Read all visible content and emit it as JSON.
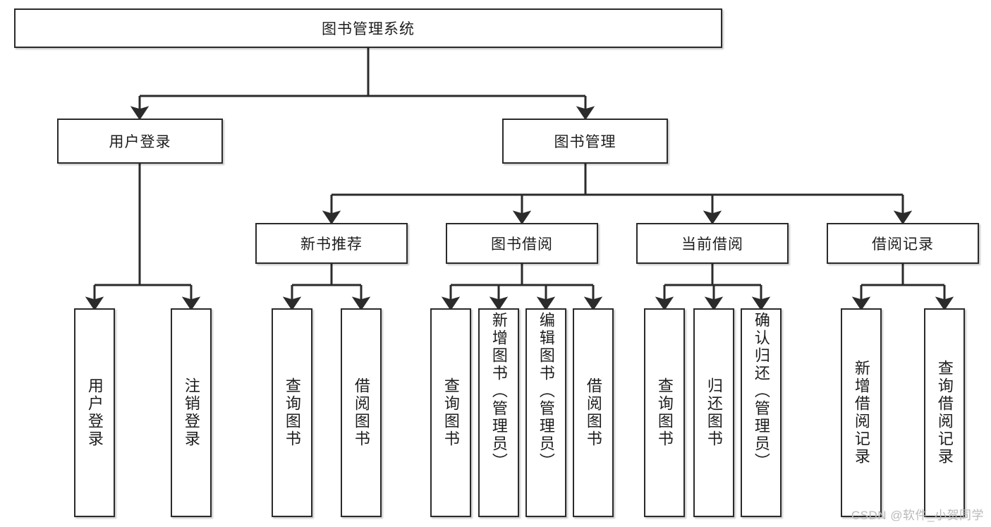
{
  "diagram": {
    "type": "tree",
    "title": "图书管理系统",
    "watermark": "CSDN @软件_小贺同学",
    "colors": {
      "box_border": "#2b2b2b",
      "box_fill": "#ffffff",
      "edge": "#2b2b2b",
      "text": "#1d1d1d",
      "watermark": "#b9b9b9",
      "background": "#ffffff"
    },
    "root": {
      "label": "图书管理系统"
    },
    "level2": [
      {
        "label": "用户登录"
      },
      {
        "label": "图书管理"
      }
    ],
    "level3": [
      {
        "label": "新书推荐"
      },
      {
        "label": "图书借阅"
      },
      {
        "label": "当前借阅"
      },
      {
        "label": "借阅记录"
      }
    ],
    "leaves": [
      {
        "label": "用户登录",
        "parent": "用户登录"
      },
      {
        "label": "注销登录",
        "parent": "用户登录"
      },
      {
        "label": "查询图书",
        "parent": "新书推荐"
      },
      {
        "label": "借阅图书",
        "parent": "新书推荐"
      },
      {
        "label": "查询图书",
        "parent": "图书借阅"
      },
      {
        "label": "新增图书（管理员）",
        "parent": "图书借阅"
      },
      {
        "label": "编辑图书（管理员）",
        "parent": "图书借阅"
      },
      {
        "label": "借阅图书",
        "parent": "图书借阅"
      },
      {
        "label": "查询图书",
        "parent": "当前借阅"
      },
      {
        "label": "归还图书",
        "parent": "当前借阅"
      },
      {
        "label": "确认归还（管理员）",
        "parent": "当前借阅"
      },
      {
        "label": "新增借阅记录",
        "parent": "借阅记录"
      },
      {
        "label": "查询借阅记录",
        "parent": "借阅记录"
      }
    ]
  }
}
